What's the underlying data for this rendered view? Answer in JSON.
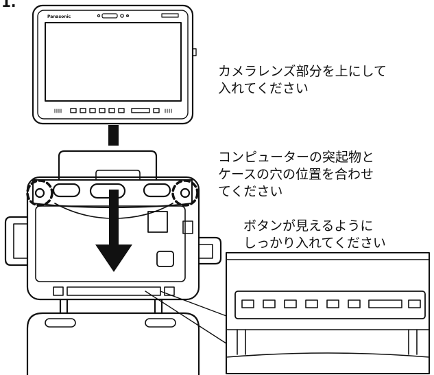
{
  "step_mark": "1.",
  "tablet": {
    "brand": "Panasonic"
  },
  "captions": {
    "align_camera": {
      "line1": "カメラレンズ部分を上にして",
      "line2": "入れてください"
    },
    "align_protrusions": {
      "line1": "コンピューターの突起物と",
      "line2": "ケースの穴の位置を合わせ",
      "line3": "てください"
    },
    "insert_firmly": {
      "line1": "ボタンが見えるように",
      "line2": "しっかり入れてください"
    }
  }
}
